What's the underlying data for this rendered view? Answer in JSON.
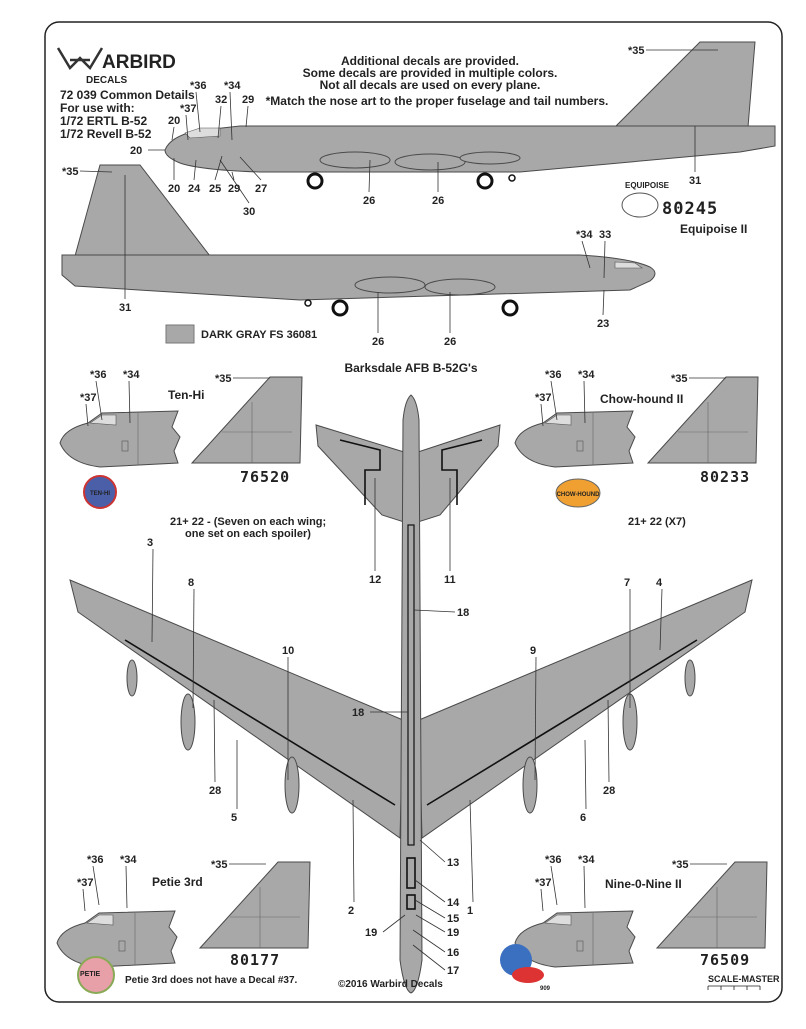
{
  "brand": {
    "logo_line1": "ARBIRD",
    "logo_line2": "DECALS"
  },
  "sheet_info": [
    "72 039 Common Details",
    "For use with:",
    "1/72 ERTL B-52",
    "1/72 Revell B-52"
  ],
  "notes": [
    "Additional decals are provided.",
    "Some decals are provided in multiple colors.",
    "Not all decals are used on every plane."
  ],
  "nose_art_note": "*Match the nose art to the proper fuselage and tail numbers.",
  "colors": {
    "aircraft_gray": "#a8a8a8",
    "outline": "#4a4a4a",
    "border": "#222222"
  },
  "color_swatch": {
    "label": "DARK GRAY FS 36081",
    "color": "#a8a8a8"
  },
  "side_view_1": {
    "callouts": [
      "*36",
      "*34",
      "32",
      "29",
      "*37",
      "20",
      "20",
      "20",
      "24",
      "25",
      "29",
      "27",
      "30",
      "26",
      "26",
      "31",
      "*35"
    ],
    "nose_art_title": "EQUIPOISE",
    "tail_number": "80245",
    "aircraft_name": "Equipoise II"
  },
  "side_view_2": {
    "callouts": [
      "*35",
      "31",
      "*34",
      "33",
      "23",
      "26",
      "26"
    ]
  },
  "section_title": "Barksdale AFB B-52G's",
  "aircraft": [
    {
      "name": "Ten-Hi",
      "tail_number": "76520",
      "callouts": [
        "*36",
        "*34",
        "*37",
        "*35"
      ],
      "patch_text": "TEN-HI"
    },
    {
      "name": "Chow-hound II",
      "tail_number": "80233",
      "callouts": [
        "*36",
        "*34",
        "*37",
        "*35"
      ],
      "patch_text": "CHOW-HOUND"
    },
    {
      "name": "Petie 3rd",
      "tail_number": "80177",
      "callouts": [
        "*36",
        "*34",
        "*37",
        "*35"
      ],
      "patch_text": "PETIE"
    },
    {
      "name": "Nine-0-Nine II",
      "tail_number": "76509",
      "callouts": [
        "*36",
        "*34",
        "*37",
        "*35"
      ],
      "patch_text": "909"
    }
  ],
  "top_view": {
    "wing_note_left": [
      "21+ 22 - (Seven on each wing;",
      "one set on each spoiler)"
    ],
    "wing_note_right": "21+ 22  (X7)",
    "callouts": [
      "12",
      "11",
      "3",
      "8",
      "10",
      "28",
      "5",
      "2",
      "18",
      "18",
      "9",
      "7",
      "4",
      "28",
      "6",
      "13",
      "14",
      "15",
      "19",
      "19",
      "16",
      "17",
      "1"
    ]
  },
  "petie_note": "Petie 3rd does not have a Decal #37.",
  "copyright": "©2016 Warbird Decals",
  "scale_master": "SCALE-MASTER"
}
